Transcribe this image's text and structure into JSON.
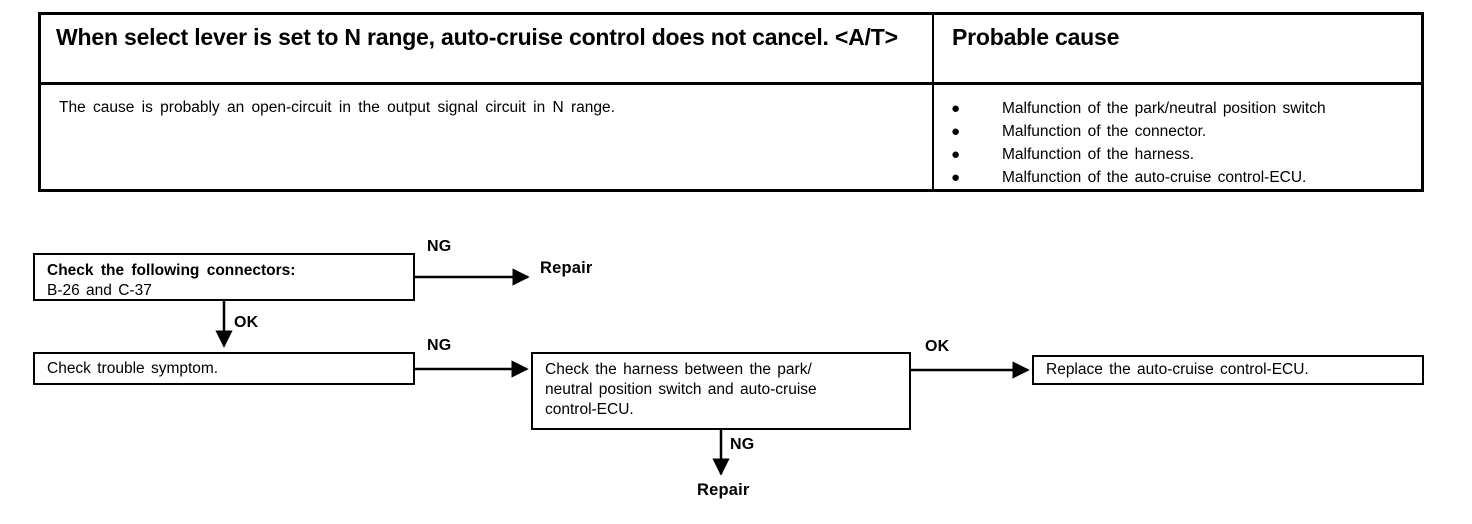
{
  "symptom_table": {
    "header": {
      "symptom_title": "When select lever is set to N range, auto-cruise control does not cancel. <A/T>",
      "probable_cause_title": "Probable cause"
    },
    "body": {
      "cause_description": "The cause is probably an open-circuit in the output signal circuit in N range.",
      "bullet_glyph": "●",
      "probable_causes": [
        "Malfunction of the park/neutral position switch",
        "Malfunction of the connector.",
        "Malfunction of the harness.",
        "Malfunction of the auto-cruise control-ECU."
      ]
    }
  },
  "flowchart": {
    "boxes": {
      "check_connectors": {
        "line1": "Check the following connectors:",
        "line2": "B-26 and C-37"
      },
      "check_symptom": {
        "line1": "Check trouble symptom."
      },
      "check_harness": {
        "line1": "Check the harness between the park/",
        "line2": "neutral position switch and auto-cruise",
        "line3": "control-ECU."
      },
      "replace_ecu": {
        "line1": "Replace the auto-cruise control-ECU."
      }
    },
    "edge_labels": {
      "ng_connectors": "NG",
      "ok_connectors": "OK",
      "ng_symptom": "NG",
      "ok_harness": "OK",
      "ng_harness": "NG"
    },
    "terminals": {
      "repair_top": "Repair",
      "repair_bottom": "Repair"
    }
  },
  "colors": {
    "ink": "#000000",
    "paper": "#ffffff"
  }
}
